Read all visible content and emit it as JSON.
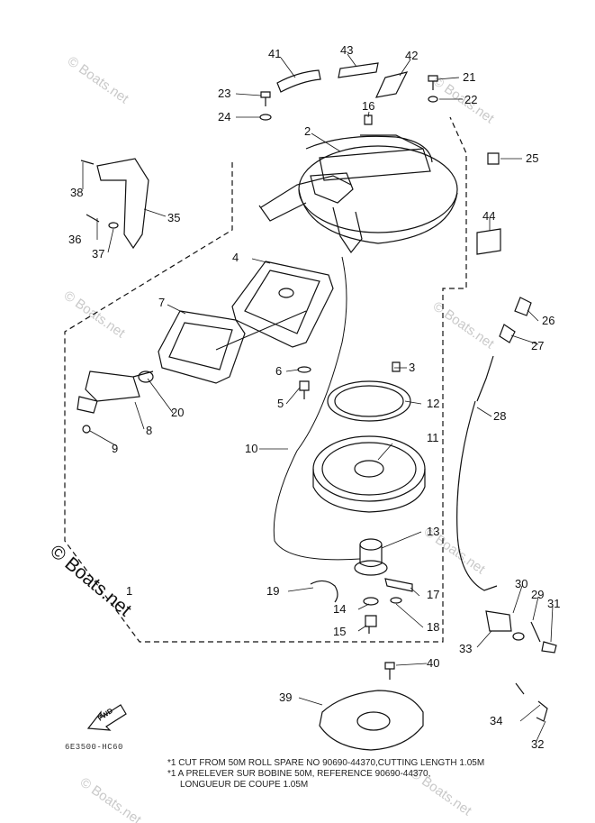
{
  "watermark": "© Boats.net",
  "copyright_text": "© Boats.net",
  "fwd_label": "FWD",
  "doc_code": "6E3500-HC60",
  "notes": [
    "*1 CUT FROM 50M ROLL SPARE NO 90690-44370,CUTTING LENGTH 1.05M",
    "*1 A PRELEVER SUR BOBINE 50M, REFERENCE 90690-44370,",
    "LONGUEUR DE COUPE 1.05M"
  ],
  "callouts": [
    "1",
    "2",
    "3",
    "4",
    "5",
    "6",
    "7",
    "8",
    "9",
    "10",
    "11",
    "12",
    "13",
    "14",
    "15",
    "16",
    "17",
    "18",
    "19",
    "20",
    "21",
    "22",
    "23",
    "24",
    "25",
    "26",
    "27",
    "28",
    "29",
    "30",
    "31",
    "32",
    "33",
    "34",
    "35",
    "36",
    "37",
    "38",
    "39",
    "40",
    "41",
    "42",
    "43",
    "44"
  ],
  "colors": {
    "line": "#111111",
    "watermark": "#c9c9c9",
    "background": "#ffffff"
  }
}
